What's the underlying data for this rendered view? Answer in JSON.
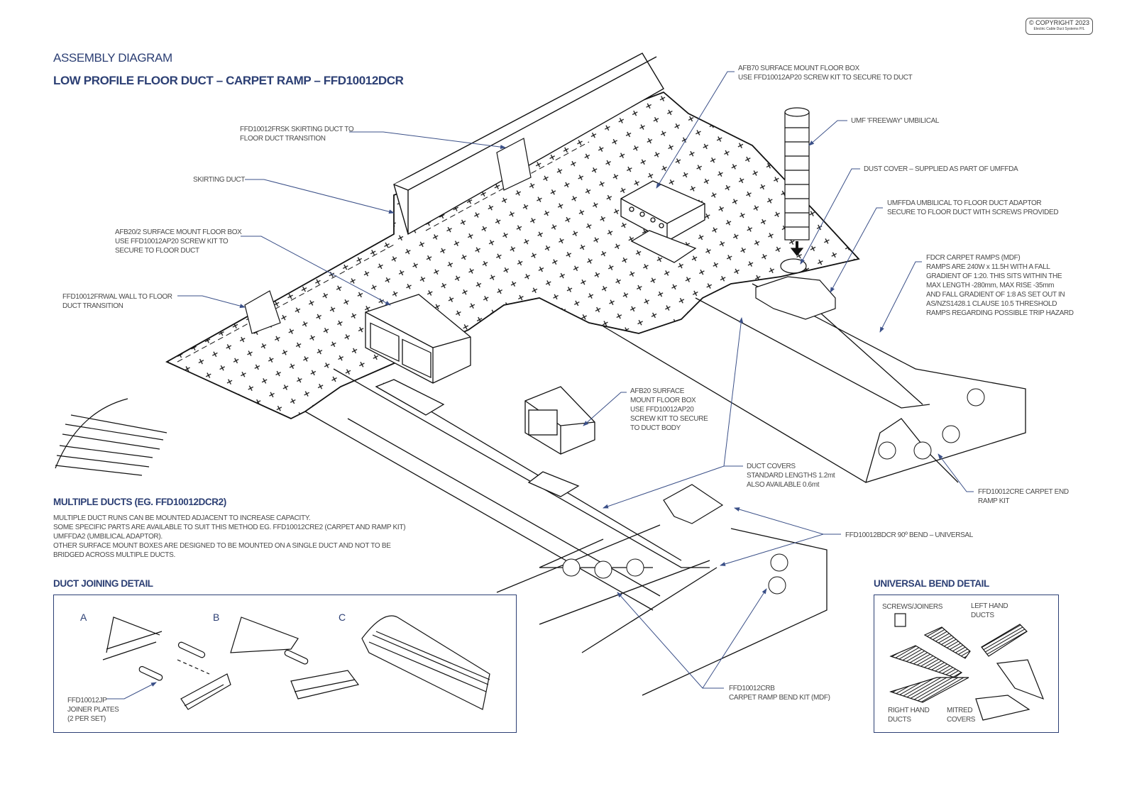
{
  "header": {
    "title": "ASSEMBLY DIAGRAM",
    "subtitle": "LOW PROFILE FLOOR DUCT – CARPET RAMP – FFD10012DCR",
    "copyright": "© COPYRIGHT 2023",
    "company": "Electric Cable Duct Systems P/L"
  },
  "callouts": {
    "afb70": "AFB70 SURFACE MOUNT FLOOR BOX\nUSE FFD10012AP20 SCREW KIT TO SECURE TO DUCT",
    "umf": "UMF 'FREEWAY' UMBILICAL",
    "dust_cover": "DUST COVER – SUPPLIED AS PART OF UMFFDA",
    "umffda": "UMFFDA UMBILICAL TO FLOOR DUCT ADAPTOR\nSECURE TO FLOOR DUCT WITH SCREWS PROVIDED",
    "fdcr": "FDCR CARPET RAMPS (MDF)\nRAMPS ARE 240W x 11.5H WITH A FALL\nGRADIENT OF 1:20. THIS SITS WITHIN THE\nMAX LENGTH -280mm, MAX RISE -35mm\nAND FALL GRADIENT OF 1:8 AS SET OUT IN\nAS/NZS1428.1 CLAUSE 10.5 THRESHOLD\nRAMPS REGARDING POSSIBLE TRIP HAZARD",
    "frsk": "FFD10012FRSK SKIRTING DUCT TO\nFLOOR DUCT TRANSITION",
    "skirting": "SKIRTING DUCT",
    "afb20_2": "AFB20/2 SURFACE MOUNT FLOOR BOX\nUSE FFD10012AP20 SCREW KIT TO\nSECURE TO FLOOR DUCT",
    "frwal": "FFD10012FRWAL WALL TO FLOOR\nDUCT TRANSITION",
    "afb20": "AFB20 SURFACE\nMOUNT FLOOR BOX\nUSE FFD10012AP20\nSCREW KIT TO SECURE\nTO DUCT BODY",
    "duct_covers": "DUCT COVERS\nSTANDARD LENGTHS 1.2mt\nALSO AVAILABLE 0.6mt",
    "cre": "FFD10012CRE CARPET END\nRAMP KIT",
    "bdcr": "FFD10012BDCR 90º BEND – UNIVERSAL",
    "crb": "FFD10012CRB\nCARPET RAMP BEND KIT (MDF)"
  },
  "multiple_ducts": {
    "heading": "MULTIPLE DUCTS (EG. FFD10012DCR2)",
    "lines": [
      "MULTIPLE DUCT RUNS CAN BE MOUNTED ADJACENT TO INCREASE CAPACITY.",
      "SOME SPECIFIC PARTS ARE AVAILABLE TO SUIT THIS METHOD EG. FFD10012CRE2 (CARPET AND RAMP KIT)",
      "UMFFDA2 (UMBILICAL ADAPTOR).",
      "OTHER SURFACE MOUNT BOXES ARE DESIGNED TO BE MOUNTED ON A SINGLE DUCT AND NOT TO BE",
      "BRIDGED ACROSS MULTIPLE DUCTS."
    ]
  },
  "duct_joining": {
    "heading": "DUCT JOINING DETAIL",
    "steps": [
      "A",
      "B",
      "C"
    ],
    "joiner_label": "FFD10012JP\nJOINER PLATES\n(2 PER SET)"
  },
  "universal_bend": {
    "heading": "UNIVERSAL BEND DETAIL",
    "screws": "SCREWS/JOINERS",
    "left": "LEFT HAND\nDUCTS",
    "right": "RIGHT HAND\nDUCTS",
    "mitred": "MITRED\nCOVERS"
  },
  "colors": {
    "accent": "#2c3f74",
    "leader": "#3b5088",
    "ink": "#111111"
  }
}
